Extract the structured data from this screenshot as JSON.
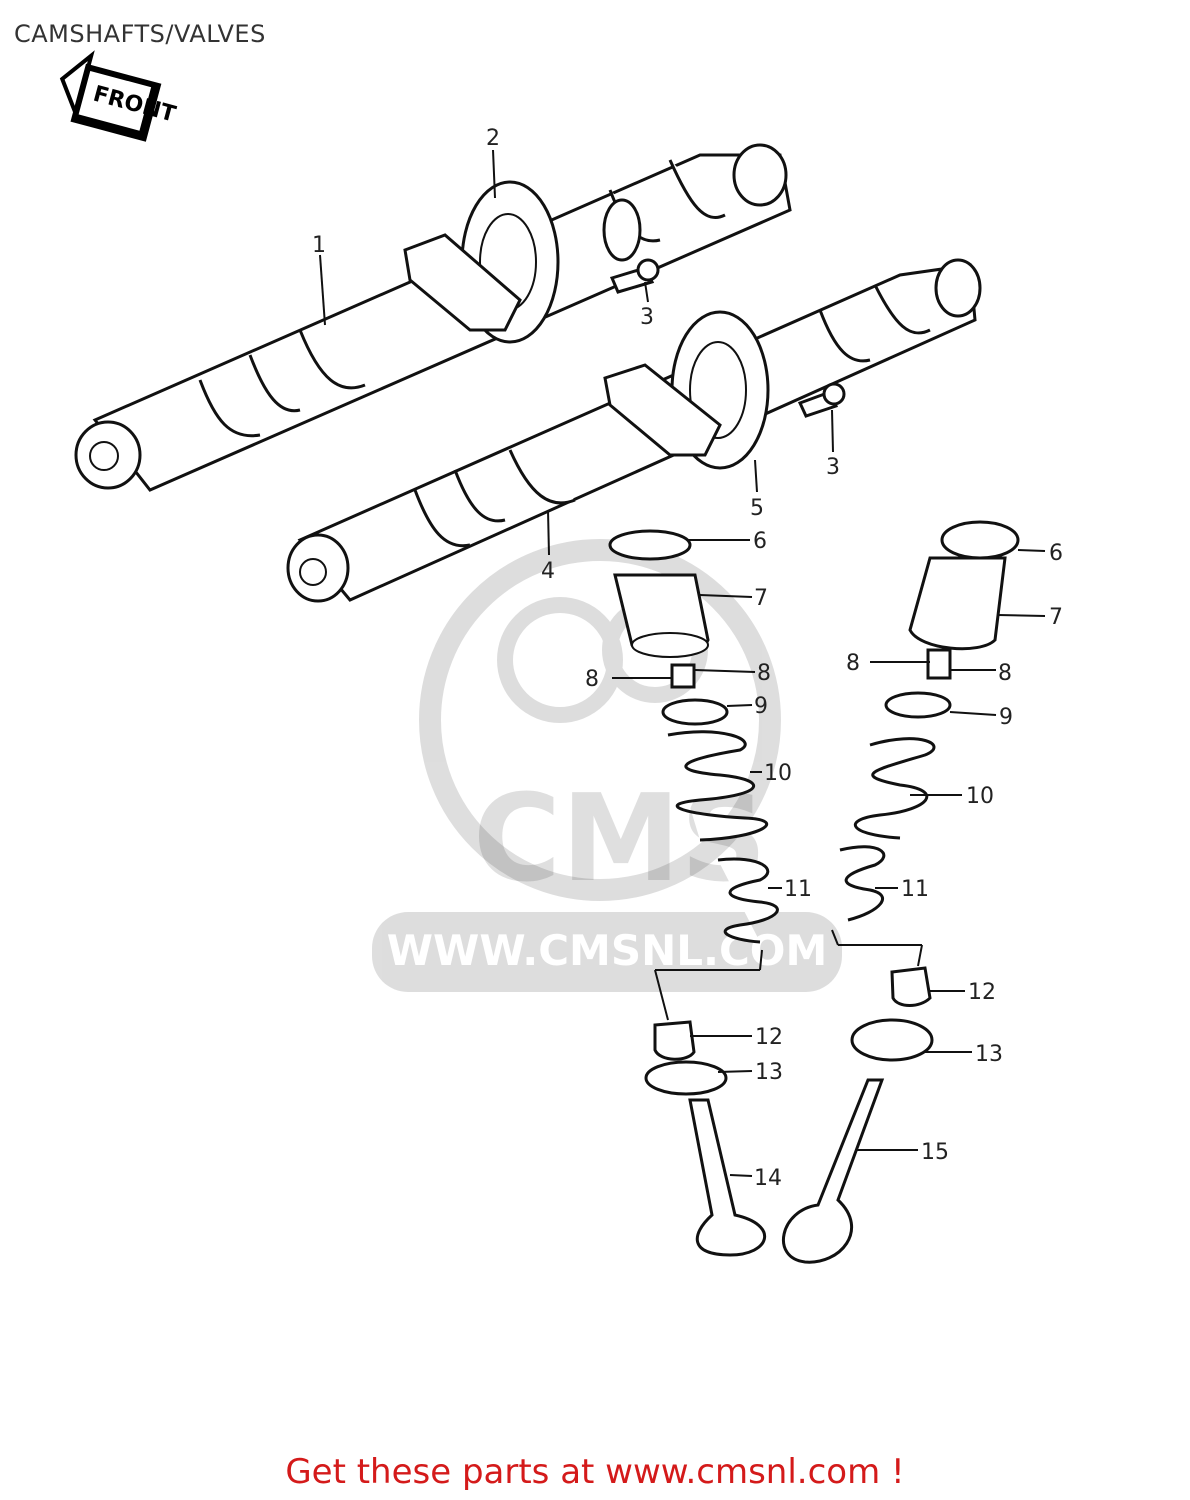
{
  "title": "CAMSHAFTS/VALVES",
  "front_sign": "FRONT",
  "watermark": {
    "brand": "CMS",
    "url": "WWW.CMSNL.COM"
  },
  "callouts": [
    "1",
    "2",
    "3",
    "3",
    "4",
    "5",
    "6",
    "6",
    "7",
    "7",
    "8",
    "8",
    "8",
    "8",
    "9",
    "9",
    "10",
    "10",
    "11",
    "11",
    "12",
    "12",
    "13",
    "13",
    "14",
    "15"
  ],
  "footer": "Get these parts at www.cmsnl.com !"
}
